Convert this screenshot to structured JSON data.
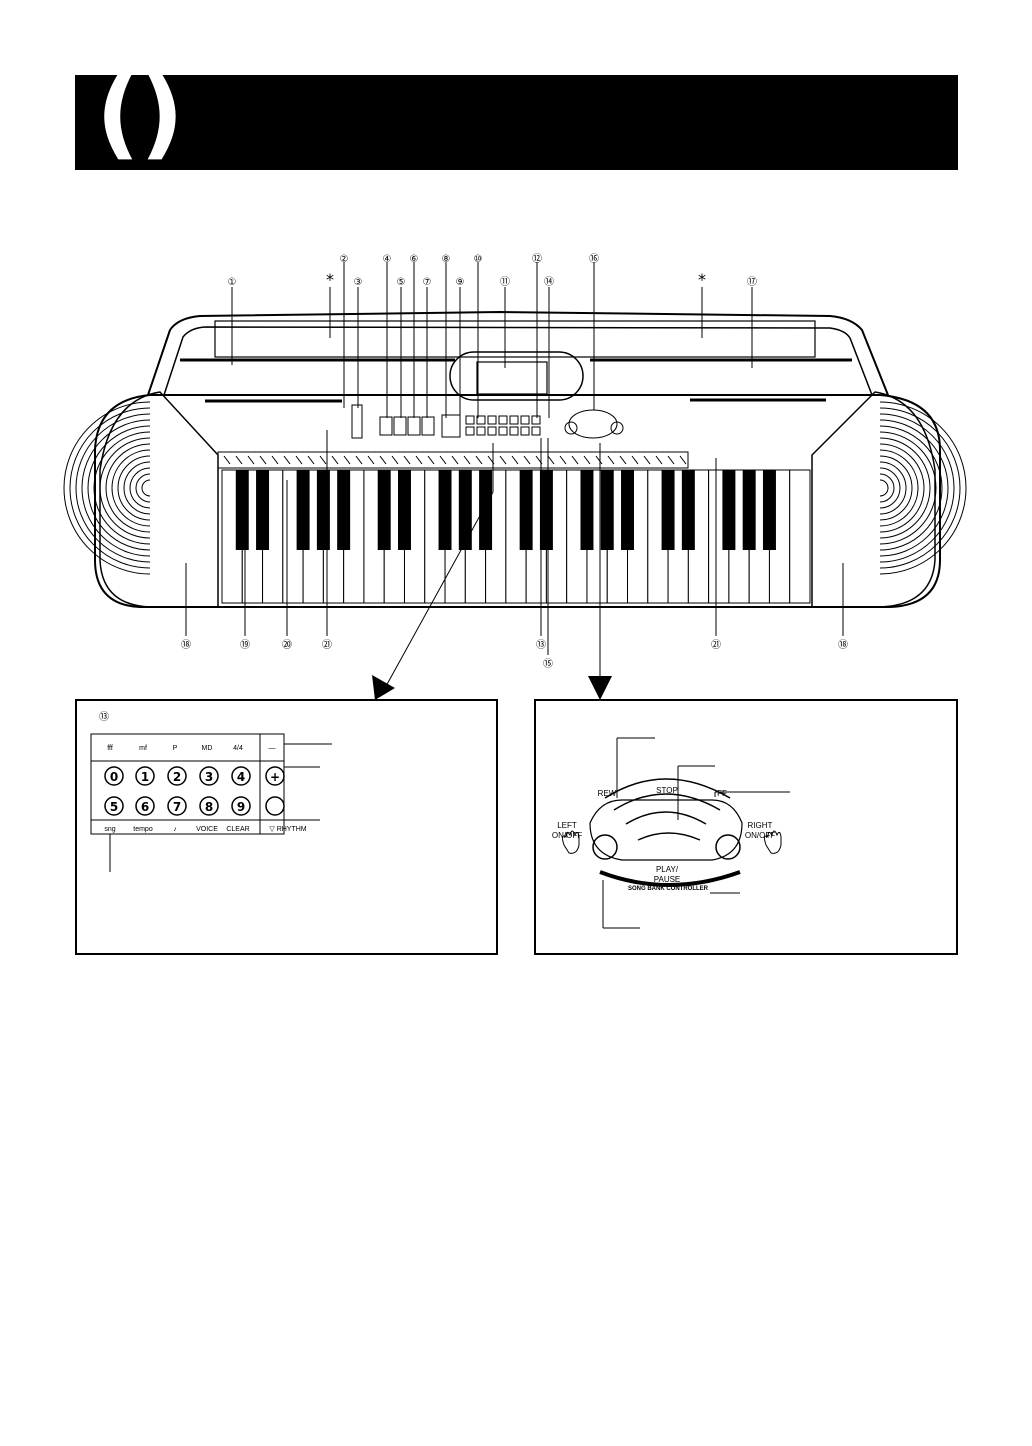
{
  "header": {
    "left_paren": "(",
    "right_paren": ")"
  },
  "callouts": {
    "top": [
      "②",
      "④",
      "⑥",
      "⑧",
      "⑩",
      "⑫",
      "⑯"
    ],
    "upper": [
      "①",
      "*",
      "③",
      "⑤",
      "⑦",
      "⑨",
      "⑪",
      "⑭",
      "*",
      "⑰"
    ],
    "bottom": [
      "⑱",
      "⑲",
      "⑳",
      "㉑",
      "⑬",
      "㉑",
      "⑱"
    ],
    "bottom_lower": "⑮"
  },
  "left_panel": {
    "number": "⑬",
    "header_labels": [
      "fff",
      "mf",
      "P",
      "MD",
      "4/4",
      "—"
    ],
    "digits_row1": [
      "0",
      "1",
      "2",
      "3",
      "4"
    ],
    "digits_row2": [
      "5",
      "6",
      "7",
      "8",
      "9"
    ],
    "plus": "+",
    "footer_labels": [
      "sng",
      "tempo",
      "♪",
      "VOICE",
      "CLEAR",
      "▽ RHYTHM"
    ]
  },
  "right_panel": {
    "rew": "REW",
    "stop": "STOP",
    "ff": "FF",
    "left_onoff": [
      "LEFT",
      "ON/OFF"
    ],
    "right_onoff": [
      "RIGHT",
      "ON/OFF"
    ],
    "play_pause": [
      "PLAY/",
      "PAUSE"
    ],
    "controller": "SONG BANK CONTROLLER"
  }
}
